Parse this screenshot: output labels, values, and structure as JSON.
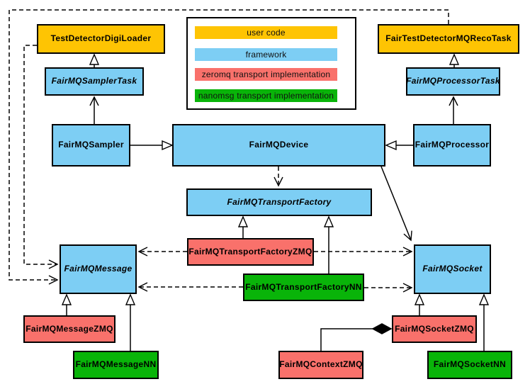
{
  "diagram": {
    "type": "uml-class-diagram",
    "colors": {
      "user_code": "#FEC403",
      "framework": "#7DCEF4",
      "zeromq": "#F9716B",
      "nanomsg": "#09B409",
      "line": "#000000",
      "background": "#FFFFFF"
    },
    "legend": {
      "items": [
        {
          "id": "user-code",
          "label": "user code",
          "color": "#FEC403"
        },
        {
          "id": "framework",
          "label": "framework",
          "color": "#7DCEF4"
        },
        {
          "id": "zeromq",
          "label": "zeromq transport implementation",
          "color": "#F9716B"
        },
        {
          "id": "nanomsg",
          "label": "nanomsg transport implementation",
          "color": "#09B409"
        }
      ]
    },
    "nodes": {
      "testDetectorDigiLoader": {
        "label": "TestDetectorDigiLoader",
        "category": "user-code",
        "abstract": false
      },
      "fairTestDetectorMQRecoTask": {
        "label": "FairTestDetectorMQRecoTask",
        "category": "user-code",
        "abstract": false
      },
      "fairMQSamplerTask": {
        "label": "FairMQSamplerTask",
        "category": "framework",
        "abstract": true
      },
      "fairMQProcessorTask": {
        "label": "FairMQProcessorTask",
        "category": "framework",
        "abstract": true
      },
      "fairMQSampler": {
        "label": "FairMQSampler",
        "category": "framework",
        "abstract": false
      },
      "fairMQDevice": {
        "label": "FairMQDevice",
        "category": "framework",
        "abstract": false
      },
      "fairMQProcessor": {
        "label": "FairMQProcessor",
        "category": "framework",
        "abstract": false
      },
      "fairMQTransportFactory": {
        "label": "FairMQTransportFactory",
        "category": "framework",
        "abstract": true
      },
      "fairMQTransportFactoryZMQ": {
        "label": "FairMQTransportFactoryZMQ",
        "category": "zeromq",
        "abstract": false
      },
      "fairMQTransportFactoryNN": {
        "label": "FairMQTransportFactoryNN",
        "category": "nanomsg",
        "abstract": false
      },
      "fairMQMessage": {
        "label": "FairMQMessage",
        "category": "framework",
        "abstract": true
      },
      "fairMQSocket": {
        "label": "FairMQSocket",
        "category": "framework",
        "abstract": true
      },
      "fairMQMessageZMQ": {
        "label": "FairMQMessageZMQ",
        "category": "zeromq",
        "abstract": false
      },
      "fairMQMessageNN": {
        "label": "FairMQMessageNN",
        "category": "nanomsg",
        "abstract": false
      },
      "fairMQContextZMQ": {
        "label": "FairMQContextZMQ",
        "category": "zeromq",
        "abstract": false
      },
      "fairMQSocketZMQ": {
        "label": "FairMQSocketZMQ",
        "category": "zeromq",
        "abstract": false
      },
      "fairMQSocketNN": {
        "label": "FairMQSocketNN",
        "category": "nanomsg",
        "abstract": false
      }
    },
    "edges": [
      {
        "from": "fairMQSamplerTask",
        "to": "testDetectorDigiLoader",
        "type": "inheritance"
      },
      {
        "from": "fairMQProcessorTask",
        "to": "fairTestDetectorMQRecoTask",
        "type": "inheritance"
      },
      {
        "from": "fairMQSampler",
        "to": "fairMQSamplerTask",
        "type": "association"
      },
      {
        "from": "fairMQProcessor",
        "to": "fairMQProcessorTask",
        "type": "association"
      },
      {
        "from": "fairMQSampler",
        "to": "fairMQDevice",
        "type": "inheritance"
      },
      {
        "from": "fairMQProcessor",
        "to": "fairMQDevice",
        "type": "inheritance"
      },
      {
        "from": "fairMQDevice",
        "to": "fairMQTransportFactory",
        "type": "dependency"
      },
      {
        "from": "fairMQDevice",
        "to": "fairMQSocket",
        "type": "association"
      },
      {
        "from": "fairMQTransportFactoryZMQ",
        "to": "fairMQTransportFactory",
        "type": "inheritance"
      },
      {
        "from": "fairMQTransportFactoryNN",
        "to": "fairMQTransportFactory",
        "type": "inheritance"
      },
      {
        "from": "fairMQTransportFactoryZMQ",
        "to": "fairMQMessage",
        "type": "dependency"
      },
      {
        "from": "fairMQTransportFactoryZMQ",
        "to": "fairMQSocket",
        "type": "dependency"
      },
      {
        "from": "fairMQTransportFactoryNN",
        "to": "fairMQMessage",
        "type": "dependency"
      },
      {
        "from": "fairMQTransportFactoryNN",
        "to": "fairMQSocket",
        "type": "dependency"
      },
      {
        "from": "testDetectorDigiLoader",
        "to": "fairMQMessage",
        "type": "dependency"
      },
      {
        "from": "fairTestDetectorMQRecoTask",
        "to": "fairMQMessage",
        "type": "dependency"
      },
      {
        "from": "fairMQMessageZMQ",
        "to": "fairMQMessage",
        "type": "inheritance"
      },
      {
        "from": "fairMQMessageNN",
        "to": "fairMQMessage",
        "type": "inheritance"
      },
      {
        "from": "fairMQSocketZMQ",
        "to": "fairMQSocket",
        "type": "inheritance"
      },
      {
        "from": "fairMQSocketNN",
        "to": "fairMQSocket",
        "type": "inheritance"
      },
      {
        "from": "fairMQContextZMQ",
        "to": "fairMQSocketZMQ",
        "type": "composition"
      }
    ]
  }
}
